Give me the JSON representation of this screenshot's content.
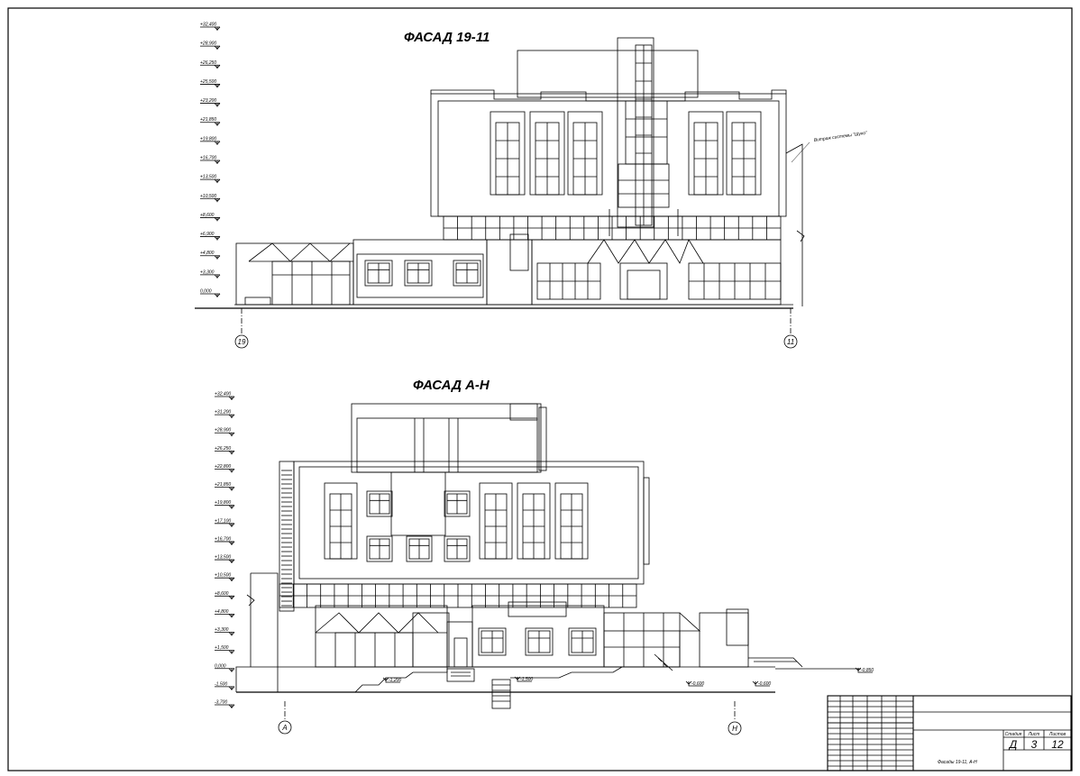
{
  "facade1": {
    "title": "ФАСАД 19-11",
    "axis_left": "19",
    "axis_right": "11",
    "note": "Витраж системы \"Шуко\"",
    "levels": [
      "+32,400",
      "+28,900",
      "+26,250",
      "+25,500",
      "+23,200",
      "+21,850",
      "+19,800",
      "+16,700",
      "+13,500",
      "+10,500",
      "+8,600",
      "+6,900",
      "+4,800",
      "+3,300",
      "0,000"
    ]
  },
  "facade2": {
    "title": "ФАСАД А-Н",
    "axis_left": "А",
    "axis_right": "Н",
    "levels": [
      "+32,400",
      "+31,200",
      "+28,900",
      "+26,250",
      "+22,800",
      "+21,850",
      "+19,800",
      "+17,100",
      "+16,700",
      "+13,500",
      "+10,500",
      "+8,600",
      "+4,800",
      "+3,300",
      "+1,500",
      "0,000",
      "-1,500",
      "-3,700"
    ],
    "ground_marks": [
      "-1,200",
      "-1,500",
      "-0,600",
      "-0,600",
      "-0,850"
    ]
  },
  "stamp": {
    "col_stage": "Стадия",
    "col_sheet": "Лист",
    "col_sheets": "Листов",
    "stage": "Д",
    "sheet": "3",
    "sheets": "12",
    "caption": "Фасады 19-11, А-Н"
  }
}
